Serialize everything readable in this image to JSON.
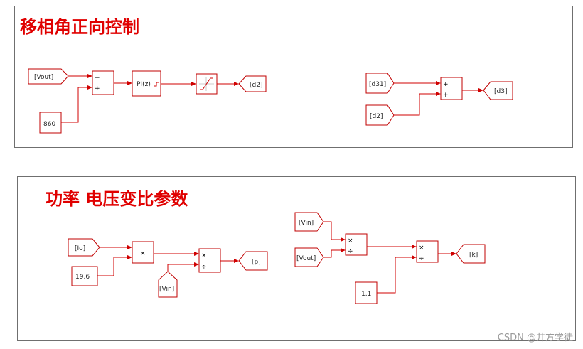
{
  "panels": {
    "top_title": "移相角正向控制",
    "bottom_title": "功率  电压变比参数"
  },
  "blocks": {
    "vout_from": "[Vout]",
    "const_860": "860",
    "sum1_minus": "−",
    "sum1_plus": "+",
    "pi": "PI(z)",
    "d2_goto": "[d2]",
    "d31_from": "[d31]",
    "d2_from": "[d2]",
    "sum2_plus1": "+",
    "sum2_plus2": "+",
    "d3_goto": "[d3]",
    "io_from": "[Io]",
    "const_196": "19.6",
    "mult_x": "×",
    "vin_from_bottom": "[Vin]",
    "div1_mul": "×",
    "div1_div": "÷",
    "p_goto": "[p]",
    "vin_from": "[Vin]",
    "vout_from2": "[Vout]",
    "div2_mul": "×",
    "div2_div": "÷",
    "const_11": "1.1",
    "div3_mul": "×",
    "div3_div": "÷",
    "k_goto": "[k]"
  },
  "colors": {
    "title_red": "#e00000",
    "wire_red": "#d00000",
    "block_border": "#c00000"
  },
  "watermark": "CSDN @井方学徒"
}
